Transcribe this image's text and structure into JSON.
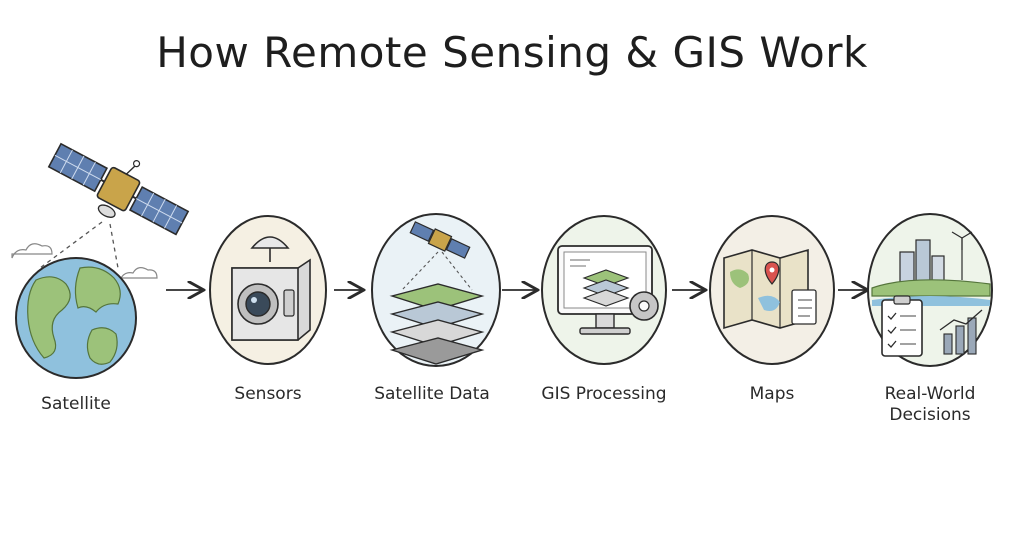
{
  "title": "How Remote Sensing & GIS Work",
  "steps": [
    {
      "label": "Satellite",
      "icon": "earth-satellite-icon"
    },
    {
      "label": "Sensors",
      "icon": "sensor-camera-icon"
    },
    {
      "label": "Satellite Data",
      "icon": "data-layers-icon"
    },
    {
      "label": "GIS Processing",
      "icon": "gis-monitor-icon"
    },
    {
      "label": "Maps",
      "icon": "map-icon"
    },
    {
      "label": "Real-World\nDecisions",
      "icon": "decisions-city-icon"
    }
  ],
  "colors": {
    "ink": "#2b2b2b",
    "circle_bg": "#eef4ea",
    "earth_ocean": "#8fc1dd",
    "earth_land": "#9cc27a",
    "panel_blue": "#5f7fb0",
    "pin_red": "#d9534f",
    "gold": "#c9a44a"
  }
}
